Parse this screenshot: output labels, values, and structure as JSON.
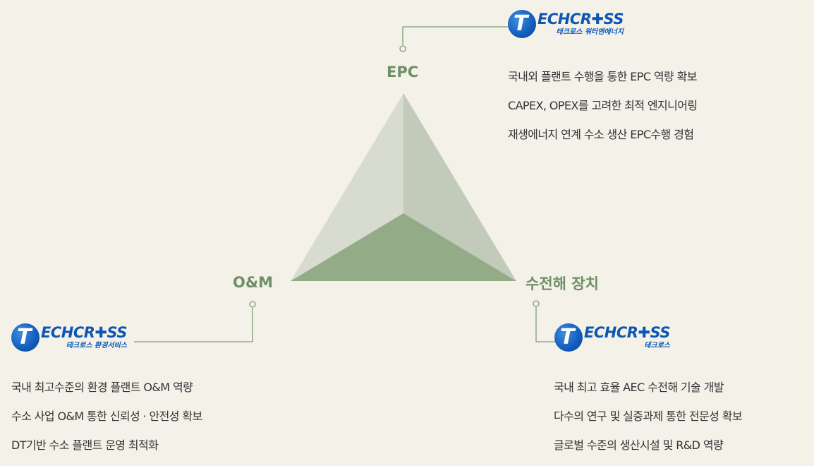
{
  "colors": {
    "background": "#f3f1e8",
    "accent_green": "#6f8f68",
    "face_light": "#d8dcd0",
    "face_mid": "#c2cbba",
    "face_dark": "#94ab88",
    "connector_line": "#7d9e74",
    "logo_blue": "#0d57b4"
  },
  "nodes": {
    "epc": {
      "label": "EPC",
      "logo": {
        "icon": "techcross-globe-logo",
        "mark": "T",
        "word": "ECHCR✚SS",
        "sub": "테크로스 워터앤에너지"
      },
      "points": [
        "국내외 플랜트 수행을 통한 EPC 역량 확보",
        "CAPEX, OPEX를 고려한 최적 엔지니어링",
        "재생에너지 연계 수소 생산 EPC수행 경험"
      ]
    },
    "om": {
      "label": "O&M",
      "logo": {
        "icon": "techcross-globe-logo",
        "mark": "T",
        "word": "ECHCR✚SS",
        "sub": "테크로스 환경서비스"
      },
      "points": [
        "국내 최고수준의 환경 플랜트  O&M 역량",
        "수소 사업 O&M 통한 신뢰성 · 안전성 확보",
        "DT기반 수소 플랜트 운영 최적화"
      ]
    },
    "electrolyzer": {
      "label": "수전해 장치",
      "logo": {
        "icon": "techcross-globe-logo",
        "mark": "T",
        "word": "ECHCR✚SS",
        "sub": "테크로스"
      },
      "points": [
        "국내 최고 효율 AEC 수전해 기술 개발",
        "다수의 연구 및 실증과제 통한 전문성 확보",
        "글로벌 수준의 생산시설 및 R&D 역량"
      ]
    }
  }
}
